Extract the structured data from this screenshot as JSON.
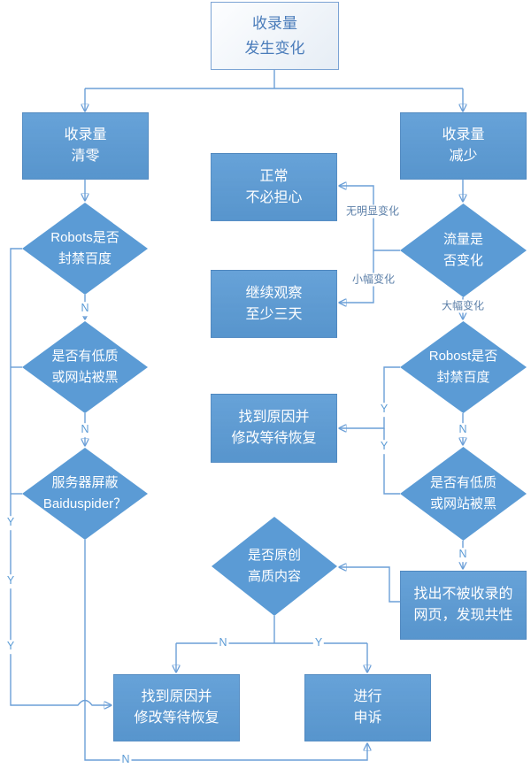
{
  "colors": {
    "node_fill": "#5b9bd5",
    "node_text": "#ffffff",
    "start_fill_top": "#fdfeff",
    "start_fill_bottom": "#e6edf5",
    "start_border": "#7ba3d4",
    "start_text": "#4a7cba",
    "connector": "#6b9fd7",
    "edge_label_text": "#5d80a9",
    "yn_label_text": "#5b9bd5"
  },
  "nodes": {
    "start": "收录量\n发生变化",
    "zero": "收录量\n清零",
    "decrease": "收录量\n减少",
    "robots_left": "Robots是否\n封禁百度",
    "low_quality_left": "是否有低质\n或网站被黑",
    "server_block": "服务器屏蔽\nBaiduspider？",
    "traffic": "流量是\n否变化",
    "normal": "正常\n不必担心",
    "observe": "继续观察\n至少三天",
    "robost_right": "Robost是否\n封禁百度",
    "low_quality_right": "是否有低质\n或网站被黑",
    "fix_middle": "找到原因并\n修改等待恢复",
    "find_pages": "找出不被收录的\n网页，发现共性",
    "original_content": "是否原创\n高质内容",
    "fix_bottom": "找到原因并\n修改等待恢复",
    "appeal": "进行\n申诉"
  },
  "edge_labels": {
    "no_obvious_change": "无明显变化",
    "small_change": "小幅变化",
    "large_change": "大幅变化",
    "yes": "Y",
    "no": "N"
  }
}
